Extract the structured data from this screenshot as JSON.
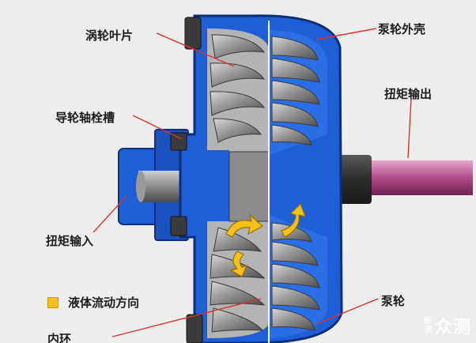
{
  "labels": {
    "turbine_blades": "涡轮叶片",
    "stator_spline": "导轮轴栓槽",
    "torque_input": "扭矩输入",
    "fluid_direction": "液体流动方向",
    "inner_ring": "内环",
    "pump_shell": "泵轮外壳",
    "torque_output": "扭矩输出",
    "pump_wheel": "泵轮"
  },
  "watermark": {
    "small_top": "新",
    "small_bottom": "浪",
    "big": "众测"
  },
  "colors": {
    "housing": "#1e5fd8",
    "housing_dark": "#1445a8",
    "shaft_output": "#b04a86",
    "flow_arrow": "#f2c21b",
    "leader_line": "#d8332f",
    "blade": "#8f8f8f"
  }
}
